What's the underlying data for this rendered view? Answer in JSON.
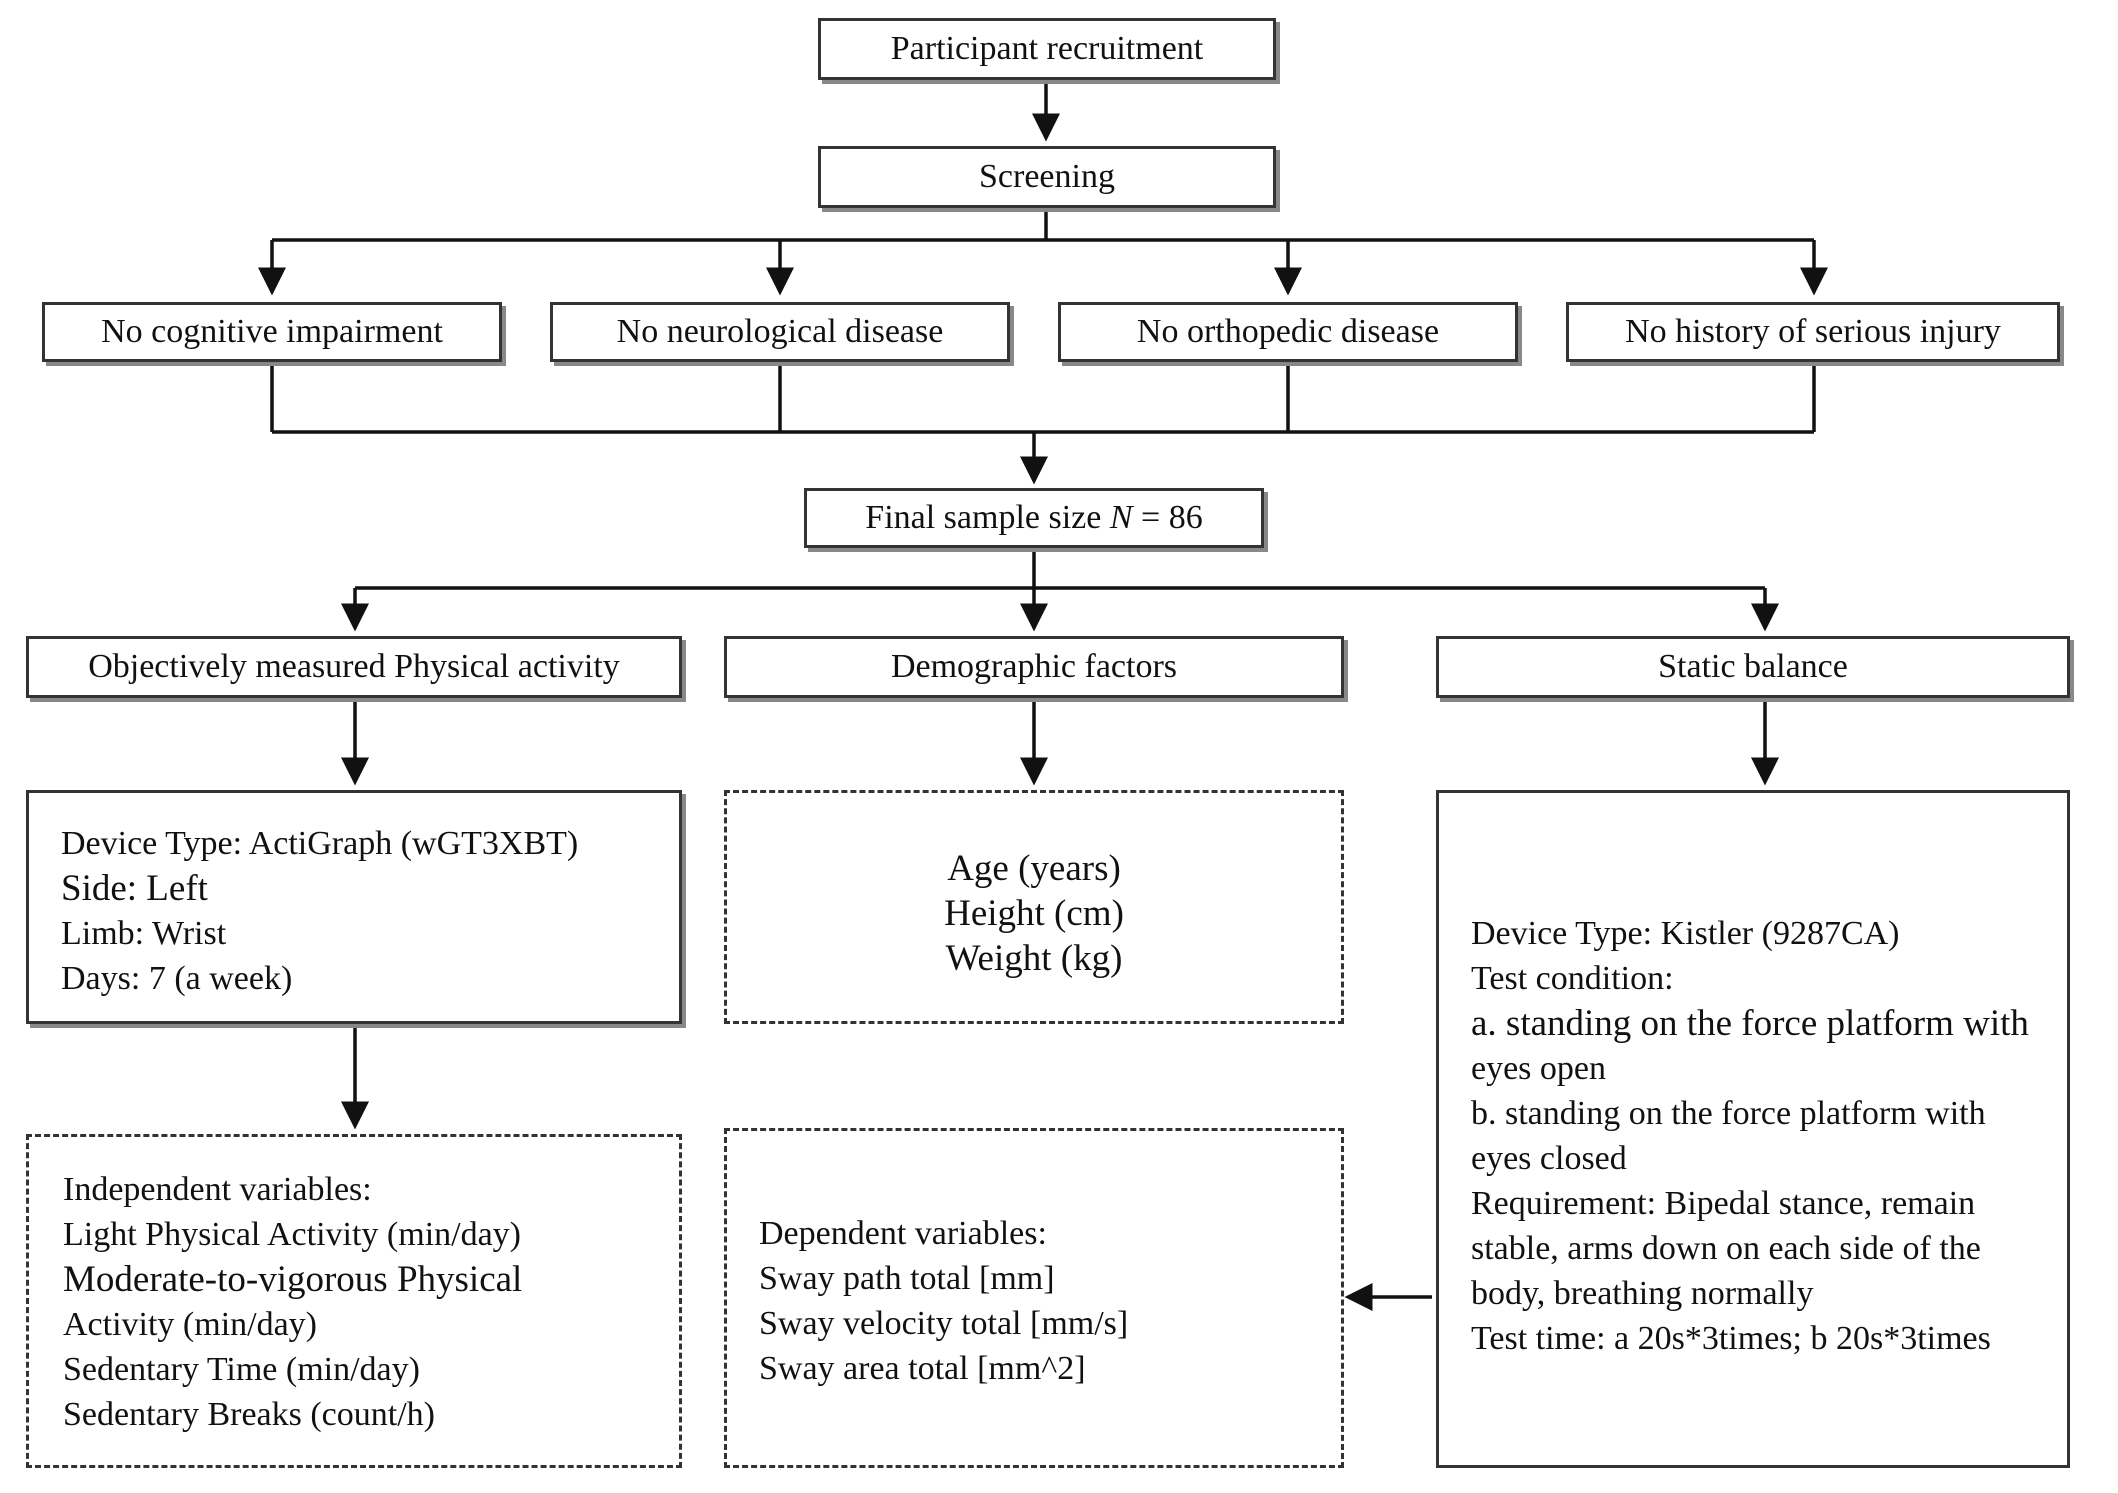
{
  "recruitment": "Participant recruitment",
  "screening": "Screening",
  "criteria": [
    "No cognitive impairment",
    "No neurological disease",
    "No orthopedic disease",
    "No history of serious injury"
  ],
  "final_sample": {
    "label": "Final sample size ",
    "symbol": "N",
    "value": " = 86"
  },
  "categories": {
    "physical_activity": "Objectively measured Physical activity",
    "demographic": "Demographic factors",
    "static_balance": "Static balance"
  },
  "actigraph": {
    "device": "Device Type: ActiGraph (wGT3XBT)",
    "side": "Side: Left",
    "limb": "Limb: Wrist",
    "days": "Days: 7 (a week)"
  },
  "demographics": {
    "age": "Age (years)",
    "height": "Height (cm)",
    "weight": "Weight (kg)"
  },
  "kistler": [
    "Device Type: Kistler (9287CA)",
    "Test condition:",
    "a. standing on the force platform with",
    "eyes open",
    "b. standing on the force platform with",
    "eyes closed",
    "Requirement: Bipedal stance, remain",
    "stable, arms down on each side of the",
    "body, breathing normally",
    "Test time: a 20s*3times; b 20s*3times"
  ],
  "independent": [
    "Independent variables:",
    "Light Physical Activity (min/day)",
    "Moderate-to-vigorous Physical",
    "Activity (min/day)",
    "Sedentary Time (min/day)",
    "Sedentary Breaks (count/h)"
  ],
  "dependent": [
    "Dependent variables:",
    "Sway path total [mm]",
    "Sway velocity total [mm/s]",
    "Sway area total [mm^2]"
  ]
}
